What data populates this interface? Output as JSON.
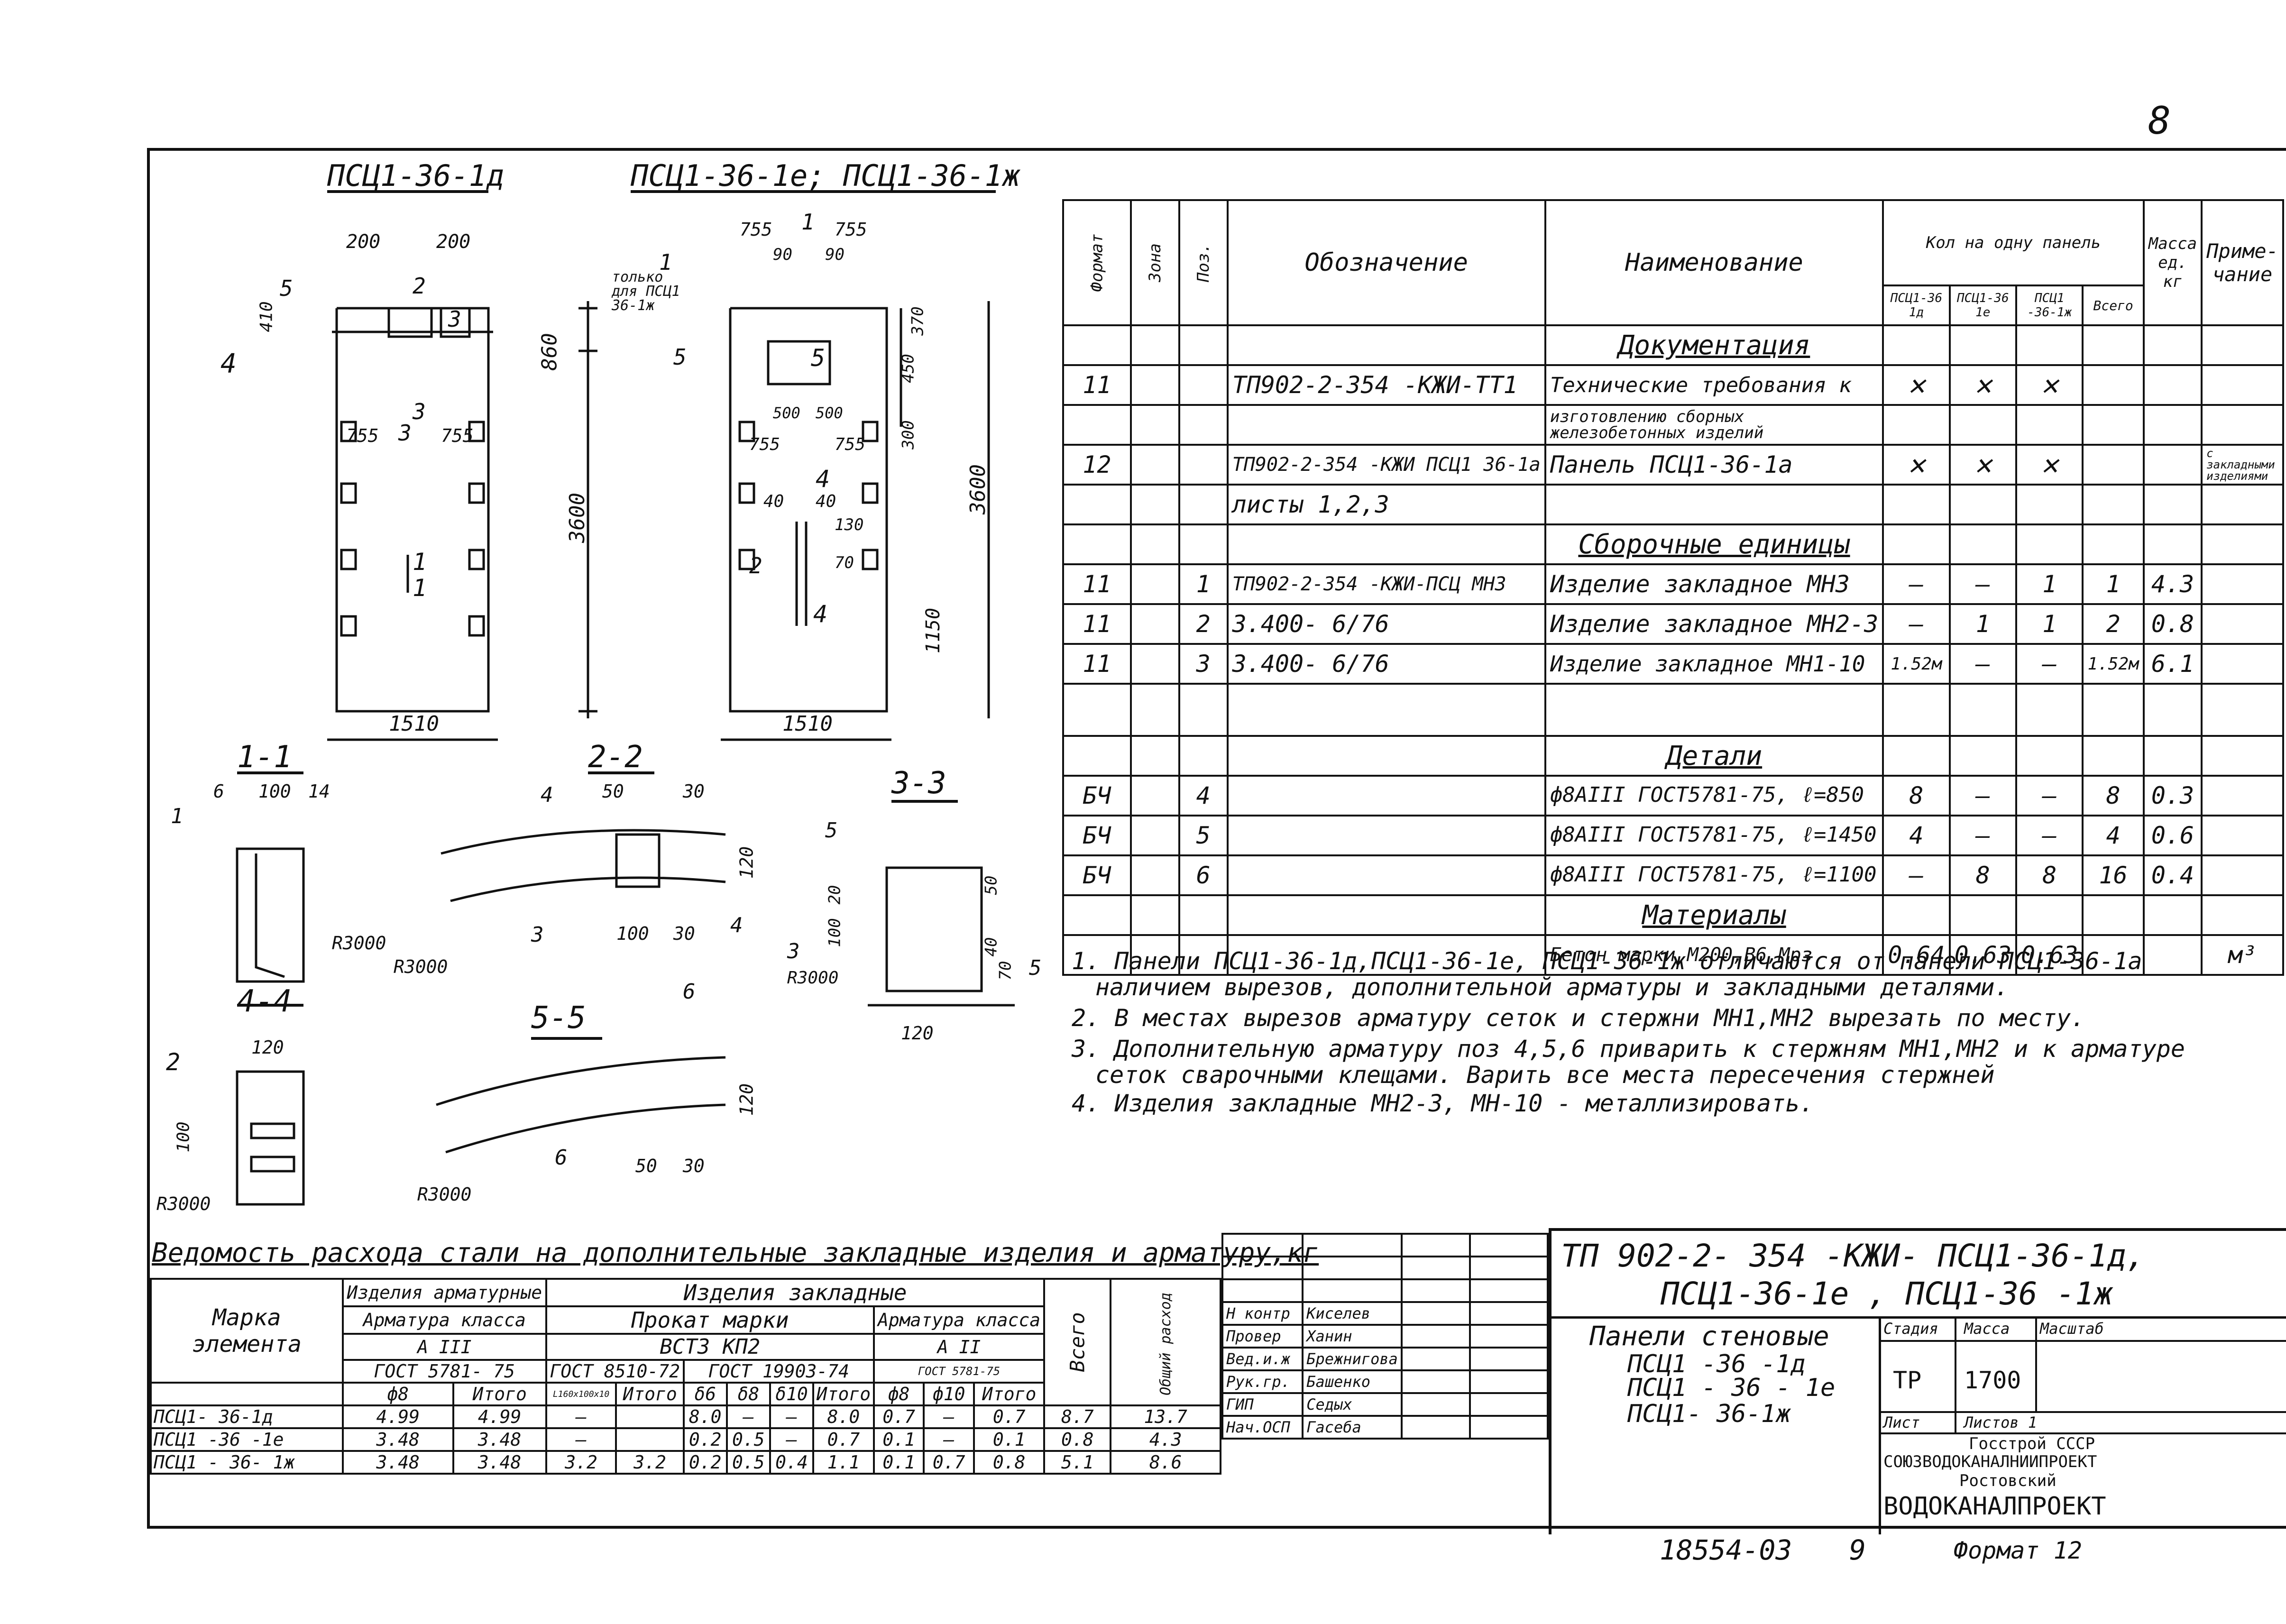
{
  "page_number": "8",
  "views": {
    "title_a": "ПСЦ1-36-1д",
    "title_b": "ПСЦ1-36-1е; ПСЦ1-36-1ж",
    "note_only": "только для ПСЦ1 36-1ж",
    "dims_a": [
      "200",
      "200",
      "410",
      "860",
      "3600",
      "1510",
      "755",
      "755",
      "1",
      "1",
      "2",
      "3",
      "4",
      "5",
      "3",
      "3"
    ],
    "dims_b": [
      "755",
      "755",
      "90",
      "90",
      "370",
      "450",
      "300",
      "500",
      "500",
      "755",
      "755",
      "40",
      "40",
      "130",
      "70",
      "3600",
      "1150",
      "1510",
      "1",
      "1",
      "2",
      "4",
      "4",
      "5",
      "5"
    ],
    "sec_1_1": {
      "title": "1-1",
      "d1": "6",
      "d2": "100",
      "d3": "14",
      "pos": "1",
      "r": "R3000"
    },
    "sec_2_2": {
      "title": "2-2",
      "d1": "50",
      "d2": "30",
      "d3": "120",
      "d4": "100",
      "d5": "30",
      "p4": "4",
      "p3": "3",
      "p4b": "4",
      "r": "R3000"
    },
    "sec_3_3": {
      "title": "3-3",
      "p5": "5",
      "d1": "20",
      "d2": "100",
      "d3": "50",
      "d4": "40",
      "d5": "70",
      "p3": "3",
      "p5b": "5",
      "r": "R3000",
      "d6": "120"
    },
    "sec_4_4": {
      "title": "4-4",
      "d1": "120",
      "p2": "2",
      "d2": "100",
      "r": "R3000"
    },
    "sec_5_5": {
      "title": "5-5",
      "p6": "6",
      "p6b": "6",
      "d1": "120",
      "d2": "50",
      "d3": "30",
      "r": "R3000"
    }
  },
  "spec": {
    "headers": {
      "format": "Формат",
      "zone": "Зона",
      "pos": "Поз.",
      "designation": "Обозначение",
      "name": "Наименование",
      "qty": "Кол на одну панель",
      "q1": "ПСЦ1-36 1д",
      "q2": "ПСЦ1-36 1е",
      "q3": "ПСЦ1 -36-1ж",
      "total": "Всего",
      "mass": "Масса ед. кг",
      "note": "Приме-чание"
    },
    "sections": {
      "docs": "Документация",
      "units": "Сборочные единицы",
      "details": "Детали",
      "materials": "Материалы"
    },
    "rows": [
      {
        "f": "11",
        "z": "",
        "p": "",
        "d": "ТП902-2-354 -КЖИ-ТТ1",
        "n": "Технические требования к",
        "q1": "x",
        "q2": "x",
        "q3": "x",
        "t": "",
        "m": "",
        "note": ""
      },
      {
        "f": "",
        "z": "",
        "p": "",
        "d": "",
        "n": "изготовлению сборных железобетонных изделий",
        "q1": "",
        "q2": "",
        "q3": "",
        "t": "",
        "m": "",
        "note": ""
      },
      {
        "f": "12",
        "z": "",
        "p": "",
        "d": "ТП902-2-354 -КЖИ ПСЦ1 36-1а",
        "n": "Панель ПСЦ1-36-1а",
        "q1": "x",
        "q2": "x",
        "q3": "x",
        "t": "",
        "m": "",
        "note": "с закладными изделиями"
      },
      {
        "f": "",
        "z": "",
        "p": "",
        "d": "листы 1,2,3",
        "n": "",
        "q1": "",
        "q2": "",
        "q3": "",
        "t": "",
        "m": "",
        "note": ""
      },
      {
        "f": "11",
        "z": "",
        "p": "1",
        "d": "ТП902-2-354 -КЖИ-ПСЦ МН3",
        "n": "Изделие закладное МН3",
        "q1": "—",
        "q2": "—",
        "q3": "1",
        "t": "1",
        "m": "4.3",
        "note": ""
      },
      {
        "f": "11",
        "z": "",
        "p": "2",
        "d": "3.400- 6/76",
        "n": "Изделие закладное МН2-3",
        "q1": "—",
        "q2": "1",
        "q3": "1",
        "t": "2",
        "m": "0.8",
        "note": ""
      },
      {
        "f": "11",
        "z": "",
        "p": "3",
        "d": "3.400- 6/76",
        "n": "Изделие закладное МН1-10",
        "q1": "1.52м",
        "q2": "—",
        "q3": "—",
        "t": "1.52м",
        "m": "6.1",
        "note": ""
      },
      {
        "f": "БЧ",
        "z": "",
        "p": "4",
        "d": "",
        "n": "ф8АIII ГОСТ5781-75, ℓ=850",
        "q1": "8",
        "q2": "—",
        "q3": "—",
        "t": "8",
        "m": "0.3",
        "note": ""
      },
      {
        "f": "БЧ",
        "z": "",
        "p": "5",
        "d": "",
        "n": "ф8АIII ГОСТ5781-75, ℓ=1450",
        "q1": "4",
        "q2": "—",
        "q3": "—",
        "t": "4",
        "m": "0.6",
        "note": ""
      },
      {
        "f": "БЧ",
        "z": "",
        "p": "6",
        "d": "",
        "n": "ф8АIII ГОСТ5781-75, ℓ=1100",
        "q1": "—",
        "q2": "8",
        "q3": "8",
        "t": "16",
        "m": "0.4",
        "note": ""
      },
      {
        "f": "",
        "z": "",
        "p": "",
        "d": "",
        "n": "Бетон марки М200,В6,Мрз",
        "q1": "0.64",
        "q2": "0.63",
        "q3": "0.63",
        "t": "",
        "m": "",
        "note": "м³"
      }
    ]
  },
  "notes": [
    "1. Панели ПСЦ1-36-1д,ПСЦ1-36-1е, ПСЦ1-36-1ж отличаются от панели ПСЦ1-36-1а",
    "наличием вырезов, дополнительной арматуры и закладными деталями.",
    "2. В местах вырезов арматуру сеток и стержни МН1,МН2 вырезать по месту.",
    "3. Дополнительную арматуру поз 4,5,6 приварить к стержням МН1,МН2 и к арматуре",
    "сеток сварочными клещами. Варить все места пересечения стержней",
    "4. Изделия закладные МН2-3, МН-10 - металлизировать."
  ],
  "steel": {
    "title": "Ведомость расхода стали на дополнительные закладные изделия и арматуру,кг",
    "h_mark": "Марка элемента",
    "h_arm": "Изделия арматурные",
    "h_arm_class": "Арматура класса",
    "h_arm_cls_val": "А III",
    "h_gost1": "ГОСТ 5781- 75",
    "h_emb": "Изделия закладные",
    "h_rolled": "Прокат марки",
    "h_rolled_val": "ВСТ3 КП2",
    "h_emb_arm": "Арматура класса",
    "h_emb_arm_val": "А II",
    "h_gost2": "ГОСТ 8510-72",
    "h_gost3": "ГОСТ 19903-74",
    "h_gost4": "ГОСТ 5781-75",
    "h_total": "Всего",
    "h_grand": "Общий расход",
    "sub": [
      "ф8",
      "Итого",
      "L160x100x10",
      "Итого",
      "δ6",
      "δ8",
      "δ10",
      "Итого",
      "ф8",
      "ф10",
      "Итого"
    ],
    "rows": [
      {
        "mark": "ПСЦ1- 36-1д",
        "v": [
          "4.99",
          "4.99",
          "—",
          "",
          "8.0",
          "—",
          "—",
          "8.0",
          "0.7",
          "—",
          "0.7",
          "8.7",
          "13.7"
        ]
      },
      {
        "mark": "ПСЦ1 -36 -1е",
        "v": [
          "3.48",
          "3.48",
          "—",
          "",
          "0.2",
          "0.5",
          "—",
          "0.7",
          "0.1",
          "—",
          "0.1",
          "0.8",
          "4.3"
        ]
      },
      {
        "mark": "ПСЦ1 - 36- 1ж",
        "v": [
          "3.48",
          "3.48",
          "3.2",
          "3.2",
          "0.2",
          "0.5",
          "0.4",
          "1.1",
          "0.1",
          "0.7",
          "0.8",
          "5.1",
          "8.6"
        ]
      }
    ]
  },
  "title_block": {
    "code": "ТП 902-2- 354 -КЖИ- ПСЦ1-36-1д,",
    "code2": "ПСЦ1-36-1е , ПСЦ1-36 -1ж",
    "name": "Панели стеновые",
    "name2": "ПСЦ1 -36 -1д",
    "name3": "ПСЦ1 - 36 - 1е",
    "name4": "ПСЦ1- 36-1ж",
    "stage_h": "Стадия",
    "mass_h": "Масса",
    "scale_h": "Масштаб",
    "stage": "ТР",
    "mass": "1700",
    "sheet": "Лист",
    "sheets": "Листов 1",
    "org1": "Госстрой СССР",
    "org2": "СОЮЗВОДОКАНАЛНИИПРОЕКТ",
    "org3": "Ростовский",
    "org4": "ВОДОКАНАЛПРОЕКТ",
    "signers": [
      {
        "role": "Н контр",
        "name": "Киселев"
      },
      {
        "role": "Провер",
        "name": "Ханин"
      },
      {
        "role": "Вед.и.ж",
        "name": "Брежнигова"
      },
      {
        "role": "Рук.гр.",
        "name": "Башенко"
      },
      {
        "role": "ГИП",
        "name": "Седых"
      },
      {
        "role": "Нач.ОСП",
        "name": "Гасеба"
      }
    ],
    "footer_no": "18554-03",
    "footer_sheet": "9",
    "format": "Формат 12"
  }
}
